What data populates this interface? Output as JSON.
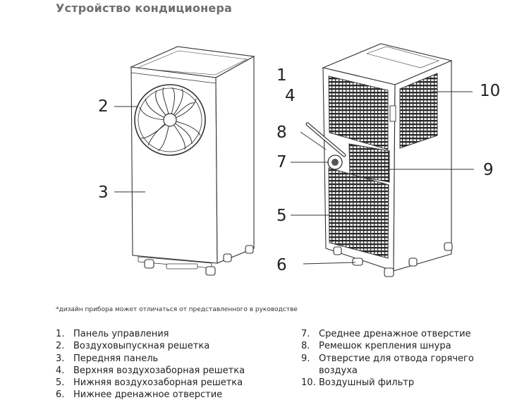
{
  "title": "Устройство кондиционера",
  "callouts": {
    "c1": "1",
    "c2": "2",
    "c3": "3",
    "c4": "4",
    "c5": "5",
    "c6": "6",
    "c7": "7",
    "c8": "8",
    "c9": "9",
    "c10": "10"
  },
  "footnote": "*дизайн прибора может отличаться от представленного в руководстве",
  "legend_left": [
    {
      "num": "1.",
      "text": "Панель управления"
    },
    {
      "num": "2.",
      "text": "Воздуховыпускная решетка"
    },
    {
      "num": "3.",
      "text": "Передняя панель"
    },
    {
      "num": "4.",
      "text": "Верхняя воздухозаборная решетка"
    },
    {
      "num": "5.",
      "text": "Нижняя воздухозаборная решетка"
    },
    {
      "num": "6.",
      "text": "Нижнее дренажное отверстие"
    }
  ],
  "legend_right": [
    {
      "num": "7.",
      "text": "Среднее дренажное отверстие"
    },
    {
      "num": "8.",
      "text": "Ремешок крепления шнура"
    },
    {
      "num": "9.",
      "text": "Отверстие для отвода горячего",
      "cont": "воздуха"
    },
    {
      "num": "10.",
      "text": "Воздушный фильтр"
    }
  ]
}
